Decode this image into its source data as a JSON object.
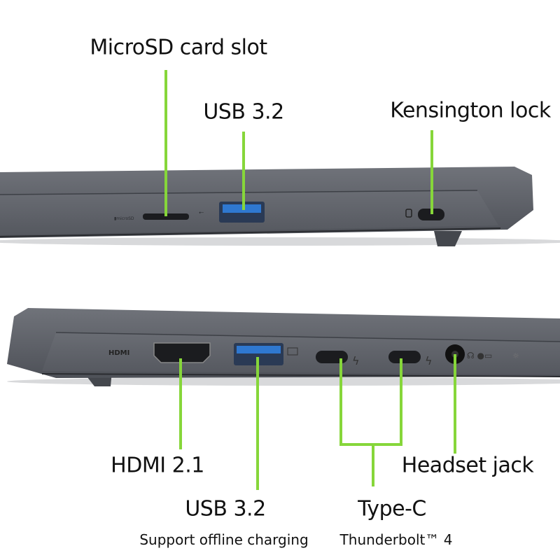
{
  "colors": {
    "callout_line": "#86d63a",
    "chassis": "#5c5f66",
    "usb_blue": "#2f78d0"
  },
  "top_view": {
    "labels": {
      "microsd": "MicroSD card slot",
      "usb": "USB 3.2",
      "kensington": "Kensington lock"
    }
  },
  "bottom_view": {
    "labels": {
      "hdmi": "HDMI 2.1",
      "headset": "Headset jack",
      "usb": "USB 3.2",
      "usb_note": "Support offline charging",
      "typec": "Type-C",
      "typec_note": "Thunderbolt™ 4"
    },
    "port_marking_hdmi": "HDMI"
  }
}
